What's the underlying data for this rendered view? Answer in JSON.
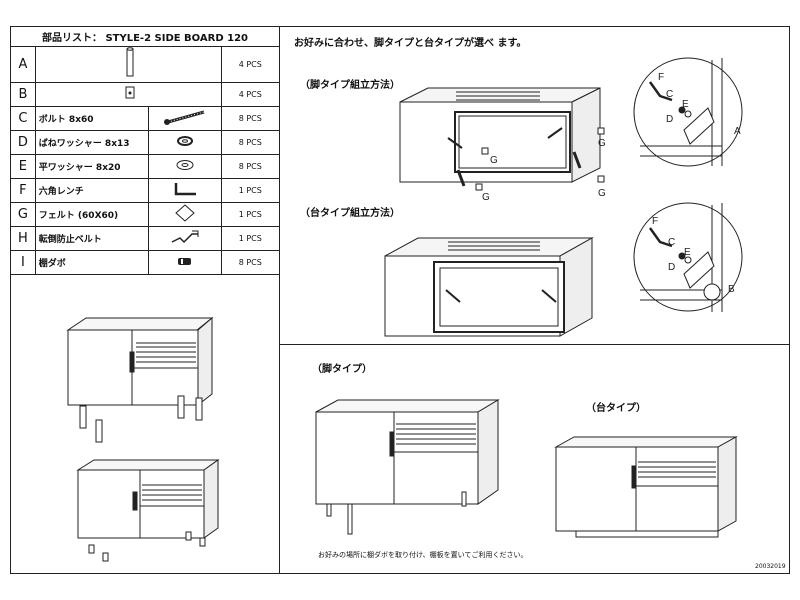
{
  "parts_list": {
    "header": "部品リスト： STYLE-2 SIDE BOARD 120",
    "rows": [
      {
        "letter": "A",
        "name": "",
        "qty": "4 PCS"
      },
      {
        "letter": "B",
        "name": "",
        "qty": "4 PCS"
      },
      {
        "letter": "C",
        "name": "ボルト 8x60",
        "qty": "8 PCS"
      },
      {
        "letter": "D",
        "name": "ばねワッシャー 8x13",
        "qty": "8 PCS"
      },
      {
        "letter": "E",
        "name": "平ワッシャー 8x20",
        "qty": "8 PCS"
      },
      {
        "letter": "F",
        "name": "六角レンチ",
        "qty": "1 PCS"
      },
      {
        "letter": "G",
        "name": "フェルト (60X60)",
        "qty": "1 PCS"
      },
      {
        "letter": "H",
        "name": "転倒防止ベルト",
        "qty": "1 PCS"
      },
      {
        "letter": "I",
        "name": "棚ダボ",
        "qty": "8 PCS"
      }
    ]
  },
  "instructions": {
    "heading": "お好みに合わせ、脚タイプと台タイプが選べ ます。",
    "leg_assembly_label": "（脚タイプ組立方法）",
    "base_assembly_label": "（台タイプ組立方法）",
    "leg_type_label": "（脚タイプ）",
    "base_type_label": "（台タイプ）",
    "shelf_note": "お好みの場所に棚ダボを取り付け、棚板を置いてご利用ください。",
    "doc_code": "20032019"
  },
  "callouts": {
    "g": "G",
    "leg_detail": [
      "F",
      "C",
      "E",
      "D",
      "A"
    ],
    "base_detail": [
      "F",
      "C",
      "E",
      "D",
      "B"
    ]
  }
}
